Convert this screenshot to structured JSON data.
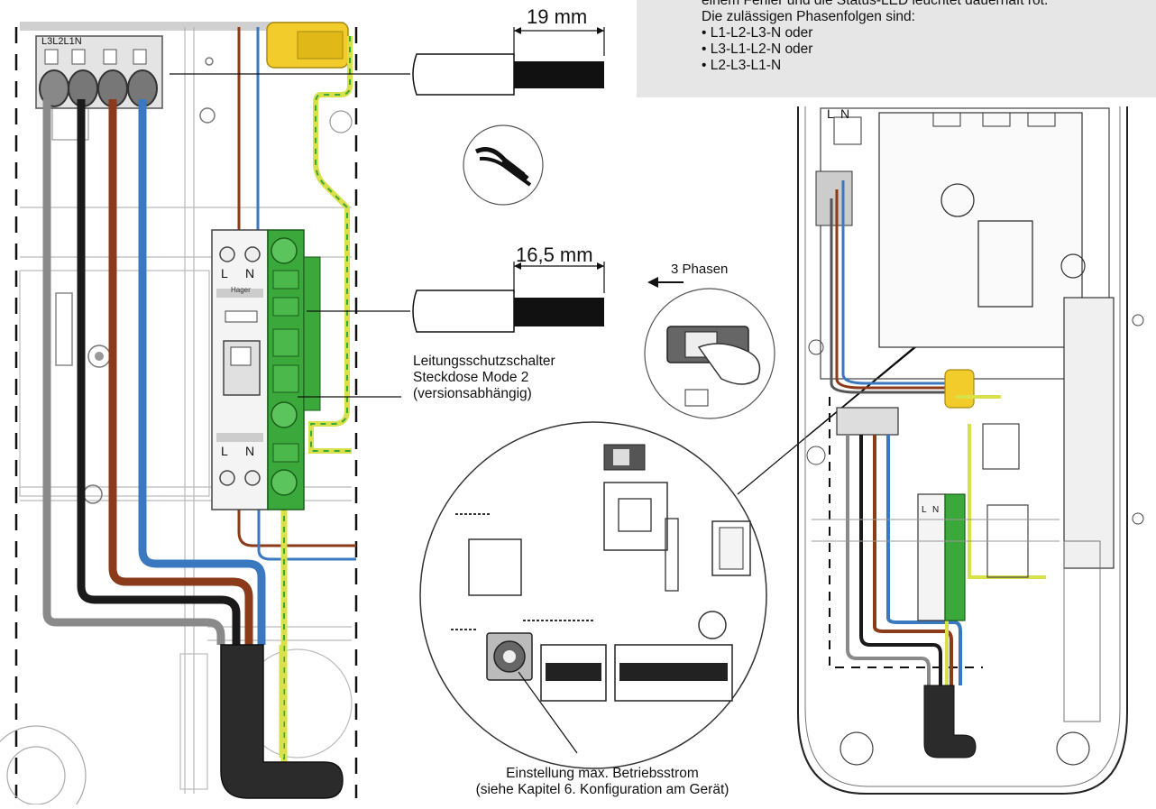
{
  "info": {
    "line0": "einem Fehler und die Status-LED leuchtet dauerhaft rot.",
    "line1": "Die zulässigen Phasenfolgen sind:",
    "items": [
      "• L1-L2-L3-N oder",
      "• L3-L1-L2-N oder",
      "• L2-L3-L1-N"
    ]
  },
  "dimensions": {
    "strip_19": "19 mm",
    "strip_165": "16,5 mm"
  },
  "terminal_block": "L3L2L1N",
  "breaker": {
    "L": "L",
    "N": "N",
    "brand": "Hager"
  },
  "breaker_note": [
    "Leitungsschutzschalter",
    "Steckdose Mode 2",
    "(versionsabhängig)"
  ],
  "phases_label": "3 Phasen",
  "caption": [
    "Einstellung max. Betriebsstrom",
    "(siehe Kapitel 6. Konfiguration am Gerät)"
  ],
  "right_device": {
    "L": "L",
    "N": "N"
  },
  "colors": {
    "grey": "#8a8a8a",
    "black": "#1a1a1a",
    "brown": "#8b3a1a",
    "blue": "#3a78c0",
    "green": "#3aa83a",
    "yellow": "#d8e04a",
    "infobox": "#e6e6e6"
  }
}
